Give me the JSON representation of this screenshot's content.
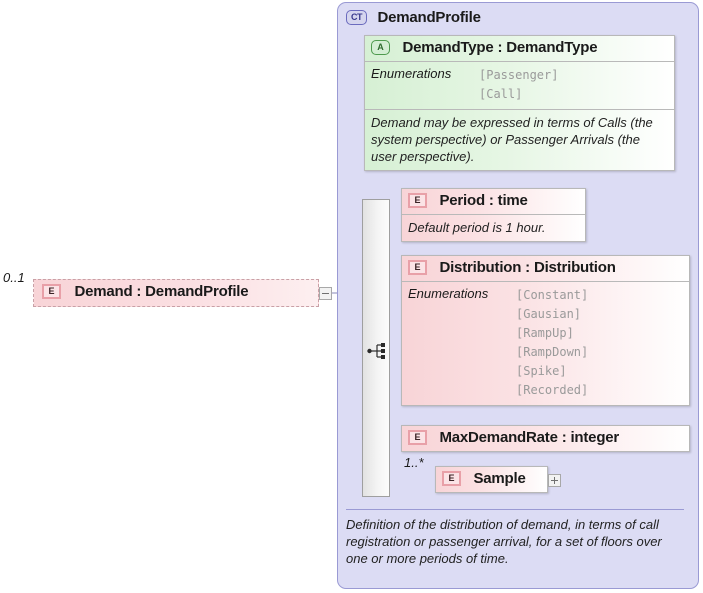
{
  "diagram": {
    "kind": "xml-schema-diagram",
    "colors": {
      "container_fill": "#dcdcf4",
      "container_border": "#9a9ad4",
      "element_fill": "#f8d4d7",
      "attribute_fill": "#d6f0d4",
      "enum_text": "#9a9a9a",
      "compositor_fill": "#f4f4f4"
    }
  },
  "complex_type": {
    "icon": "ct-icon",
    "icon_label": "CT",
    "title": "DemandProfile",
    "documentation": "Definition of the distribution of demand, in terms of call registration or passenger arrival, for a set of floors over one or more periods of time."
  },
  "source_element": {
    "icon": "e-icon",
    "icon_label": "E",
    "cardinality": "0..1",
    "title": "Demand : DemandProfile",
    "toggle": "collapse-minus"
  },
  "compositor": {
    "icon": "sequence-icon",
    "type": "sequence"
  },
  "attribute": {
    "icon": "a-icon",
    "icon_label": "A",
    "title": "DemandType : DemandType",
    "enum_label": "Enumerations",
    "enumerations": [
      "[Passenger]",
      "[Call]"
    ],
    "documentation": "Demand may be expressed in terms of Calls (the system perspective) or Passenger Arrivals (the user perspective)."
  },
  "children": [
    {
      "icon": "e-icon",
      "icon_label": "E",
      "title": "Period : time",
      "documentation": "Default period is 1 hour."
    },
    {
      "icon": "e-icon",
      "icon_label": "E",
      "title": "Distribution : Distribution",
      "enum_label": "Enumerations",
      "enumerations": [
        "[Constant]",
        "[Gausian]",
        "[RampUp]",
        "[RampDown]",
        "[Spike]",
        "[Recorded]"
      ]
    },
    {
      "icon": "e-icon",
      "icon_label": "E",
      "title": "MaxDemandRate : integer"
    },
    {
      "icon": "e-icon",
      "icon_label": "E",
      "title": "Sample",
      "cardinality": "1..*",
      "toggle": "expand-plus"
    }
  ]
}
